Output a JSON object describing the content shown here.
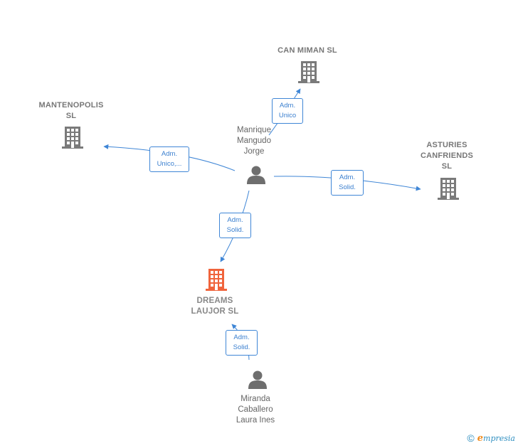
{
  "nodes": {
    "can_miman": {
      "label": "CAN MIMAN  SL",
      "kind": "company"
    },
    "mantenopolis": {
      "label_lines": [
        "MANTENOPOLIS",
        "SL"
      ],
      "kind": "company"
    },
    "asturies": {
      "label_lines": [
        "ASTURIES",
        "CANFRIENDS",
        "SL"
      ],
      "kind": "company"
    },
    "dreams": {
      "label_lines": [
        "DREAMS",
        "LAUJOR  SL"
      ],
      "kind": "company-main",
      "color": "#f0643c"
    },
    "manrique": {
      "label_lines": [
        "Manrique",
        "Mangudo",
        "Jorge"
      ],
      "kind": "person"
    },
    "miranda": {
      "label_lines": [
        "Miranda",
        "Caballero",
        "Laura Ines"
      ],
      "kind": "person"
    }
  },
  "edges": {
    "to_can_miman": {
      "lines": [
        "Adm.",
        "Unico"
      ]
    },
    "to_mantenopolis": {
      "lines": [
        "Adm.",
        "Unico,..."
      ]
    },
    "to_asturies": {
      "lines": [
        "Adm.",
        "Solid."
      ]
    },
    "to_dreams": {
      "lines": [
        "Adm.",
        "Solid."
      ]
    },
    "miranda_to_dreams": {
      "lines": [
        "Adm.",
        "Solid."
      ]
    }
  },
  "colors": {
    "edge": "#3f86d6",
    "building": "#7a7a7a",
    "person": "#6e6e6e",
    "main_building": "#f0643c"
  },
  "brand": {
    "copyright": "©",
    "e": "e",
    "rest": "mpresia"
  }
}
